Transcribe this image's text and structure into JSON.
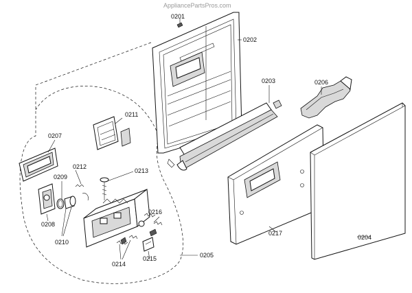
{
  "watermark": "AppliancePartsPros.com",
  "part_labels": {
    "p0201": "0201",
    "p0202": "0202",
    "p0203": "0203",
    "p0204": "0204",
    "p0205": "0205",
    "p0206": "0206",
    "p0207": "0207",
    "p0208": "0208",
    "p0209": "0209",
    "p0210": "0210",
    "p0211": "0211",
    "p0212": "0212",
    "p0213": "0213",
    "p0214": "0214",
    "p0215": "0215",
    "p0216": "0216",
    "p0217": "0217"
  }
}
